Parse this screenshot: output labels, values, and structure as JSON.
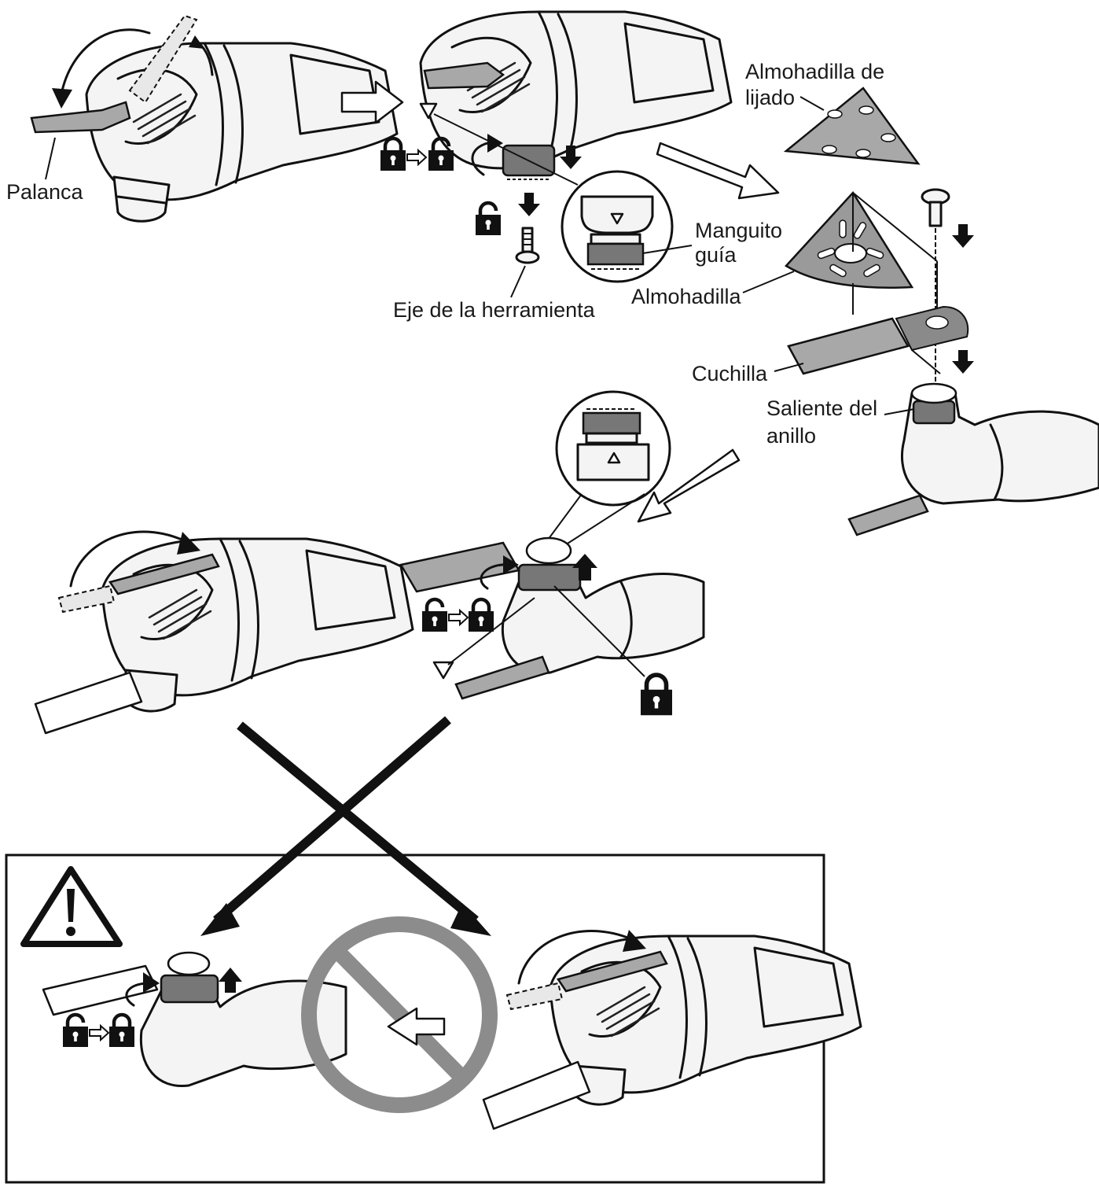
{
  "labels": {
    "palanca": "Palanca",
    "eje": "Eje de la herramienta",
    "manguito_1": "Manguito",
    "manguito_2": "guía",
    "almohadilla_lijado_1": "Almohadilla de",
    "almohadilla_lijado_2": "lijado",
    "almohadilla": "Almohadilla",
    "cuchilla": "Cuchilla",
    "saliente_1": "Saliente del",
    "saliente_2": "anillo"
  },
  "icons": {
    "lock": "lock-icon",
    "unlock": "unlock-icon",
    "warning": "warning-triangle-icon",
    "prohibited": "prohibited-icon"
  },
  "colors": {
    "ink": "#111111",
    "gray_fill": "#a8a8a8",
    "prohibited": "#8c8c8c",
    "background": "#ffffff"
  }
}
